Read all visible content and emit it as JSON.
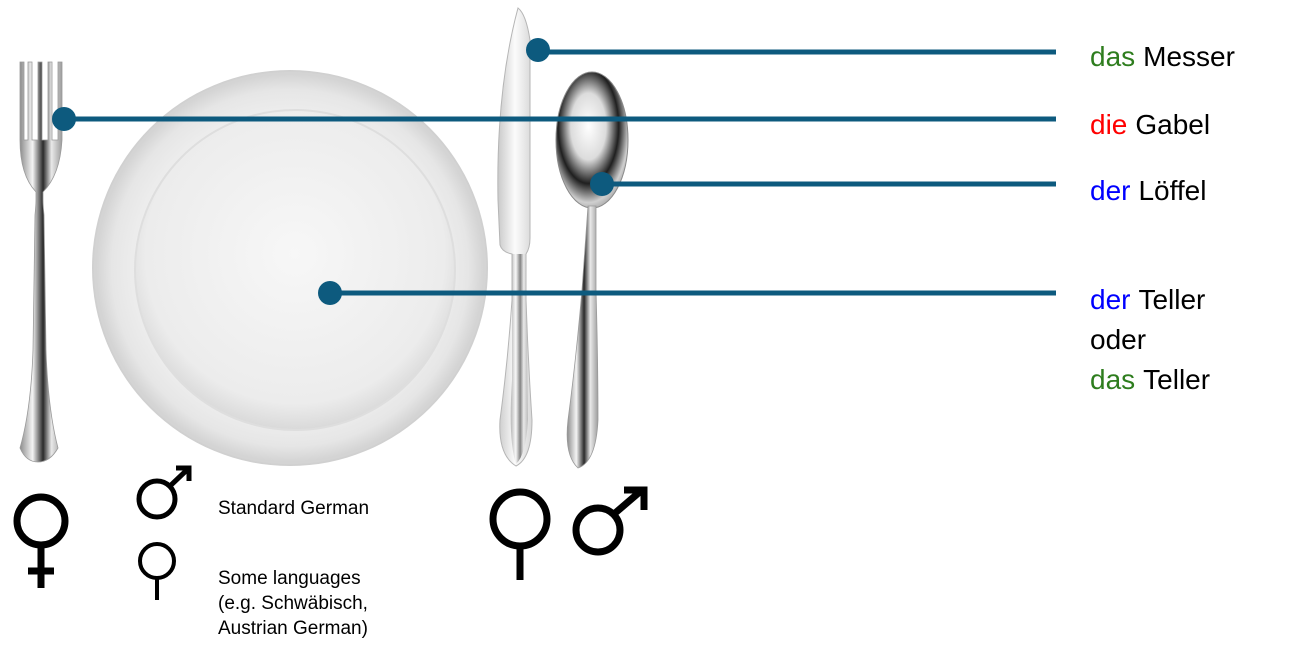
{
  "colors": {
    "neuter": "#2e7d1e",
    "feminine": "#ff0000",
    "masculine": "#0000ff",
    "leader": "#0d5a7e",
    "symbol": "#000000"
  },
  "labels": {
    "messer": {
      "article": "das",
      "noun": "Messer",
      "gender": "neuter"
    },
    "gabel": {
      "article": "die",
      "noun": "Gabel",
      "gender": "feminine"
    },
    "loeffel": {
      "article": "der",
      "noun": "Löffel",
      "gender": "masculine"
    },
    "teller": {
      "line1": {
        "article": "der",
        "noun": "Teller",
        "gender": "masculine"
      },
      "line2": "oder",
      "line3": {
        "article": "das",
        "noun": "Teller",
        "gender": "neuter"
      }
    }
  },
  "notes": {
    "standard": "Standard German",
    "regional": [
      "Some languages",
      "(e.g. Schwäbisch,",
      "Austrian German)"
    ]
  },
  "icons": {
    "fork": "fork-icon",
    "plate": "plate-icon",
    "knife": "knife-icon",
    "spoon": "spoon-icon",
    "female": "female-symbol-icon",
    "male": "male-symbol-icon",
    "neuter": "neuter-symbol-icon"
  }
}
